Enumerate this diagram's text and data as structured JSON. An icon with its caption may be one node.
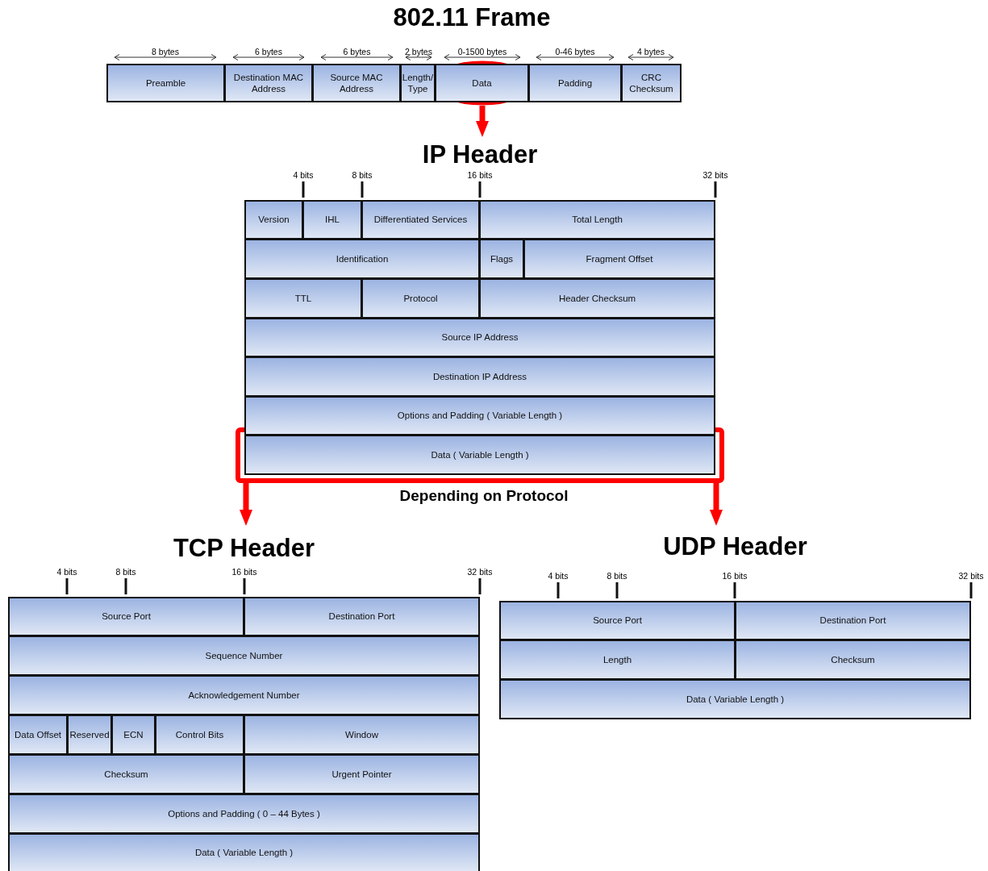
{
  "diagram": {
    "title": "802.11 Frame",
    "nodes": [
      {
        "text": [
          "Preamble"
        ],
        "beside": [
          "8 bytes"
        ]
      },
      {
        "text": [
          "Destination MAC Address"
        ],
        "beside": [
          "6 bytes"
        ]
      },
      {
        "text": [
          "Source MAC Address"
        ],
        "beside": [
          "6 bytes"
        ]
      },
      {
        "text": [
          "Length/ Type"
        ],
        "beside": [
          "2 bytes"
        ]
      },
      {
        "text": [
          "Data"
        ],
        "beside": [
          "0-1500 bytes"
        ]
      },
      {
        "text": [
          "Padding"
        ],
        "beside": [
          "0-46 bytes"
        ]
      },
      {
        "text": [
          "CRC Checksum"
        ],
        "beside": [
          "4 bytes"
        ]
      },
      {
        "text": [
          "IP Header"
        ]
      },
      {
        "text": [
          "Version"
        ],
        "in": 7,
        "beside": [
          "4 bits"
        ]
      },
      {
        "text": [
          "IHL"
        ],
        "in": 7,
        "beside": [
          "8 bits"
        ]
      },
      {
        "text": [
          "Differentiated Services"
        ],
        "in": 7,
        "beside": [
          "16 bits"
        ]
      },
      {
        "text": [
          "Total Length"
        ],
        "in": 7,
        "beside": [
          "32 bits"
        ]
      },
      {
        "text": [
          "Identification"
        ],
        "in": 7
      },
      {
        "text": [
          "Flags"
        ],
        "in": 7
      },
      {
        "text": [
          "Fragment Offset"
        ],
        "in": 7
      },
      {
        "text": [
          "TTL"
        ],
        "in": 7
      },
      {
        "text": [
          "Protocol"
        ],
        "in": 7
      },
      {
        "text": [
          "Header Checksum"
        ],
        "in": 7
      },
      {
        "text": [
          "Source IP Address"
        ],
        "in": 7
      },
      {
        "text": [
          "Destination IP Address"
        ],
        "in": 7
      },
      {
        "text": [
          "Options and Padding ( Variable Length )"
        ],
        "in": 7
      },
      {
        "text": [
          "Data ( Variable Length )"
        ],
        "in": 7
      },
      {
        "text": [
          "TCP Header"
        ]
      },
      {
        "text": [
          "Source Port"
        ],
        "in": 22,
        "beside": [
          "4 bits",
          "8 bits",
          "16 bits"
        ]
      },
      {
        "text": [
          "Destination Port"
        ],
        "in": 22,
        "beside": [
          "32 bits"
        ]
      },
      {
        "text": [
          "Sequence Number"
        ],
        "in": 22
      },
      {
        "text": [
          "Acknowledgement Number"
        ],
        "in": 22
      },
      {
        "text": [
          "Data Offset"
        ],
        "in": 22
      },
      {
        "text": [
          "Reserved"
        ],
        "in": 22
      },
      {
        "text": [
          "ECN"
        ],
        "in": 22
      },
      {
        "text": [
          "Control Bits"
        ],
        "in": 22
      },
      {
        "text": [
          "Window"
        ],
        "in": 22
      },
      {
        "text": [
          "Checksum"
        ],
        "in": 22
      },
      {
        "text": [
          "Urgent Pointer"
        ],
        "in": 22
      },
      {
        "text": [
          "Options and Padding ( 0 – 44 Bytes )"
        ],
        "in": 22
      },
      {
        "text": [
          "Data ( Variable Length )"
        ],
        "in": 22
      },
      {
        "text": [
          "UDP Header"
        ]
      },
      {
        "text": [
          "Source Port"
        ],
        "in": 36,
        "beside": [
          "4 bits",
          "8 bits",
          "16 bits"
        ]
      },
      {
        "text": [
          "Destination Port"
        ],
        "in": 36,
        "beside": [
          "32 bits"
        ]
      },
      {
        "text": [
          "Length"
        ],
        "in": 36
      },
      {
        "text": [
          "Checksum"
        ],
        "in": 36
      },
      {
        "text": [
          "Data ( Variable Length )"
        ],
        "in": 36
      }
    ],
    "edges": [
      {
        "from": 4,
        "to": 7,
        "arrow": "to"
      },
      {
        "from": 21,
        "to": 22,
        "arrow": "to"
      },
      {
        "from": 21,
        "to": 36,
        "arrow": "to"
      }
    ],
    "labels": [
      "Depending on Protocol"
    ]
  }
}
